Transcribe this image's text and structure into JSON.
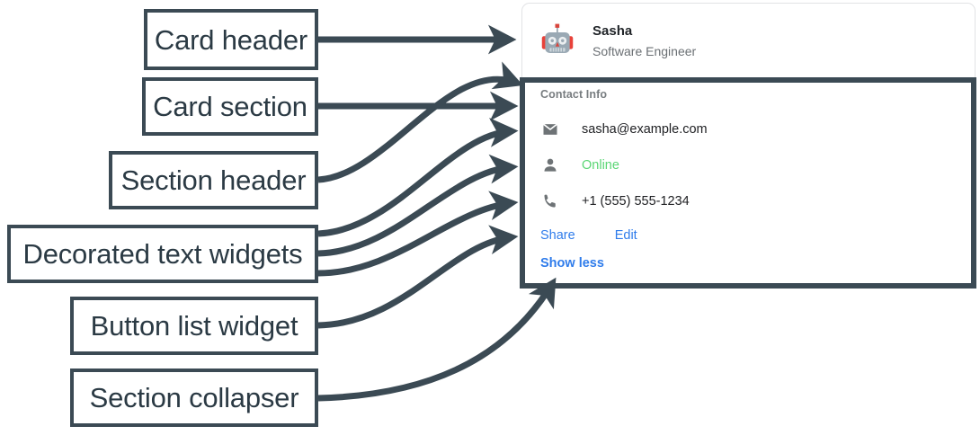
{
  "annotations": [
    {
      "label": "Card header",
      "name": "annotation-card-header"
    },
    {
      "label": "Card section",
      "name": "annotation-card-section"
    },
    {
      "label": "Section header",
      "name": "annotation-section-header"
    },
    {
      "label": "Decorated text widgets",
      "name": "annotation-decorated-text-widgets"
    },
    {
      "label": "Button list widget",
      "name": "annotation-button-list-widget"
    },
    {
      "label": "Section collapser",
      "name": "annotation-section-collapser"
    }
  ],
  "card": {
    "header": {
      "avatar_icon": "robot-avatar-icon",
      "title": "Sasha",
      "subtitle": "Software Engineer"
    },
    "section": {
      "header": "Contact Info",
      "rows": [
        {
          "icon": "email-icon",
          "text": "sasha@example.com",
          "status": "normal"
        },
        {
          "icon": "person-icon",
          "text": "Online",
          "status": "online"
        },
        {
          "icon": "phone-icon",
          "text": "+1 (555) 555-1234",
          "status": "normal"
        }
      ],
      "buttons": [
        {
          "label": "Share"
        },
        {
          "label": "Edit"
        }
      ],
      "collapser": {
        "label": "Show less"
      }
    }
  },
  "colors": {
    "annotation": "#3b4a54",
    "link": "#2f7ceb",
    "online": "#5bd675",
    "muted": "#787d80",
    "card_border": "#e2e3e5"
  }
}
